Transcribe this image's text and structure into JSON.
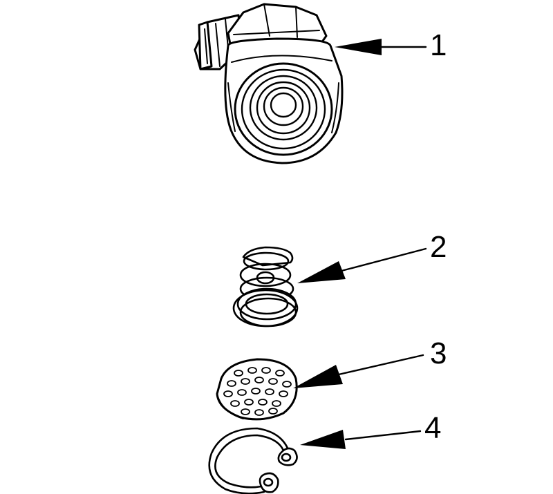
{
  "diagram": {
    "callouts": [
      {
        "id": "part-1",
        "label": "1"
      },
      {
        "id": "part-2",
        "label": "2"
      },
      {
        "id": "part-3",
        "label": "3"
      },
      {
        "id": "part-4",
        "label": "4"
      }
    ],
    "colors": {
      "line": "#000000",
      "fill": "#ffffff"
    },
    "parts": [
      {
        "ref": "1",
        "icon": "valve-body-fitting-icon"
      },
      {
        "ref": "2",
        "icon": "spring-valve-icon"
      },
      {
        "ref": "3",
        "icon": "perforated-disc-filter-icon"
      },
      {
        "ref": "4",
        "icon": "circlip-retaining-ring-icon"
      }
    ]
  }
}
